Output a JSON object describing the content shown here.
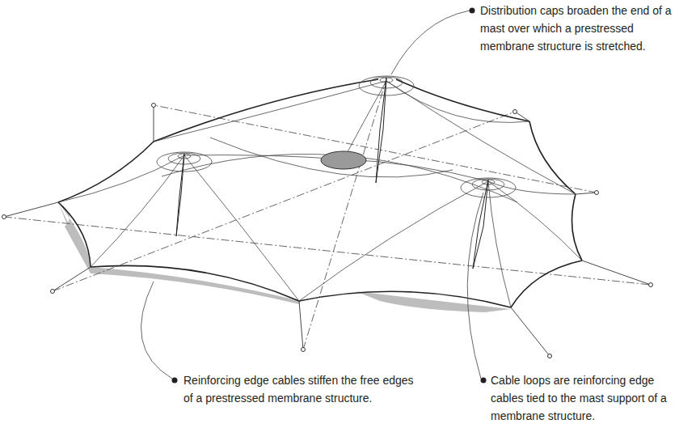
{
  "diagram": {
    "labels": [
      "Distribution caps broaden the end of a mast over which a prestressed membrane structure is stretched.",
      "Reinforcing edge cables stiffen the free edges of a prestressed membrane structure.",
      "Cable loops are reinforcing edge cables tied to the mast support of a membrane structure."
    ]
  }
}
